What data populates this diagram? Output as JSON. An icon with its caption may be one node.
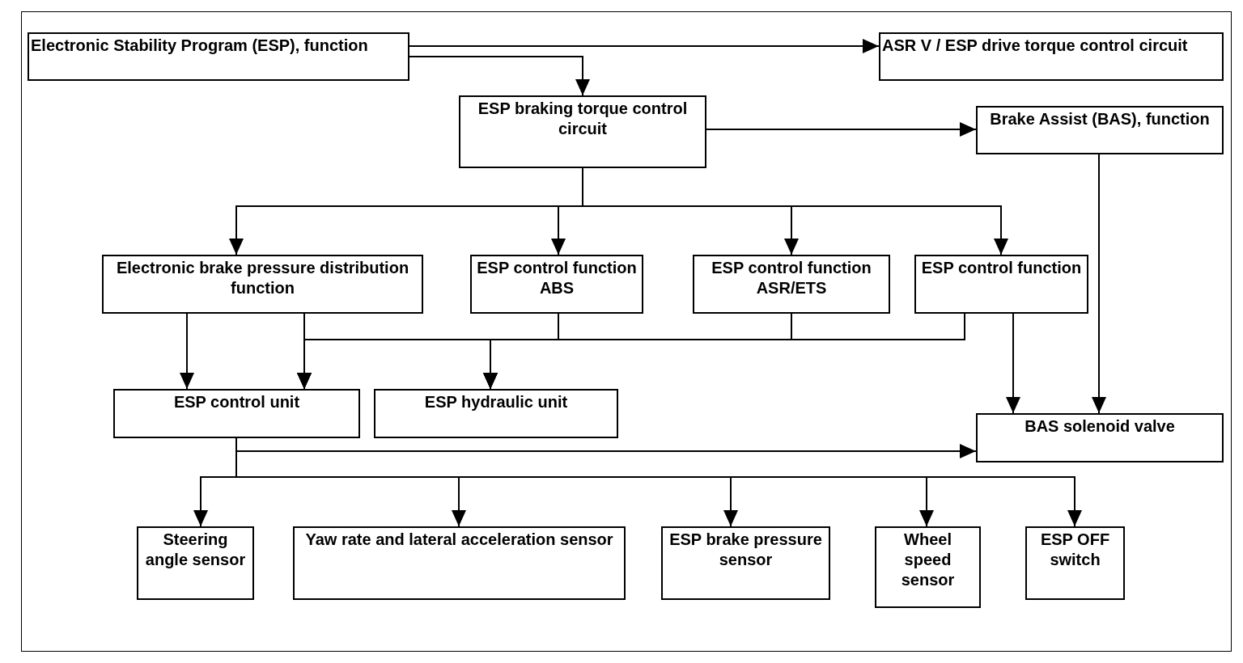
{
  "diagram": {
    "nodes": [
      {
        "text": [
          "Electronic Stability Program (ESP), function"
        ]
      },
      {
        "text": [
          "ASR V / ESP drive torque control circuit"
        ]
      },
      {
        "text": [
          "ESP braking torque control circuit"
        ]
      },
      {
        "text": [
          "Brake Assist (BAS), function"
        ]
      },
      {
        "text": [
          "Electronic brake pressure distribution function"
        ]
      },
      {
        "text": [
          "ESP control function ABS"
        ]
      },
      {
        "text": [
          "ESP control function ASR/ETS"
        ]
      },
      {
        "text": [
          "ESP control function"
        ]
      },
      {
        "text": [
          "ESP control unit"
        ]
      },
      {
        "text": [
          "ESP hydraulic unit"
        ]
      },
      {
        "text": [
          "BAS solenoid valve"
        ]
      },
      {
        "text": [
          "Steering angle sensor"
        ]
      },
      {
        "text": [
          "Yaw rate and lateral acceleration sensor"
        ]
      },
      {
        "text": [
          "ESP brake pressure sensor"
        ]
      },
      {
        "text": [
          "Wheel speed sensor"
        ]
      },
      {
        "text": [
          "ESP OFF switch"
        ]
      }
    ],
    "edges": [
      {
        "from": 0,
        "to": 1,
        "arrow": "to"
      },
      {
        "from": 0,
        "to": 2,
        "arrow": "to"
      },
      {
        "from": 2,
        "to": 3,
        "arrow": "to"
      },
      {
        "from": 2,
        "to": 4,
        "arrow": "to"
      },
      {
        "from": 2,
        "to": 5,
        "arrow": "to"
      },
      {
        "from": 2,
        "to": 6,
        "arrow": "to"
      },
      {
        "from": 2,
        "to": 7,
        "arrow": "to"
      },
      {
        "from": 3,
        "to": 10,
        "arrow": "to"
      },
      {
        "from": 4,
        "to": 8,
        "arrow": "to"
      },
      {
        "from": 4,
        "to": 8,
        "arrow": "to"
      },
      {
        "from": 4,
        "to": 9,
        "arrow": "to"
      },
      {
        "from": 5,
        "to": 8,
        "arrow": "to"
      },
      {
        "from": 5,
        "to": 9,
        "arrow": "to"
      },
      {
        "from": 6,
        "to": 8,
        "arrow": "to"
      },
      {
        "from": 6,
        "to": 9,
        "arrow": "to"
      },
      {
        "from": 7,
        "to": 8,
        "arrow": "to"
      },
      {
        "from": 7,
        "to": 9,
        "arrow": "to"
      },
      {
        "from": 7,
        "to": 10,
        "arrow": "to"
      },
      {
        "from": 8,
        "to": 10,
        "arrow": "to"
      },
      {
        "from": 8,
        "to": 11,
        "arrow": "to"
      },
      {
        "from": 8,
        "to": 12,
        "arrow": "to"
      },
      {
        "from": 8,
        "to": 13,
        "arrow": "to"
      },
      {
        "from": 8,
        "to": 14,
        "arrow": "to"
      },
      {
        "from": 8,
        "to": 15,
        "arrow": "to"
      }
    ]
  }
}
